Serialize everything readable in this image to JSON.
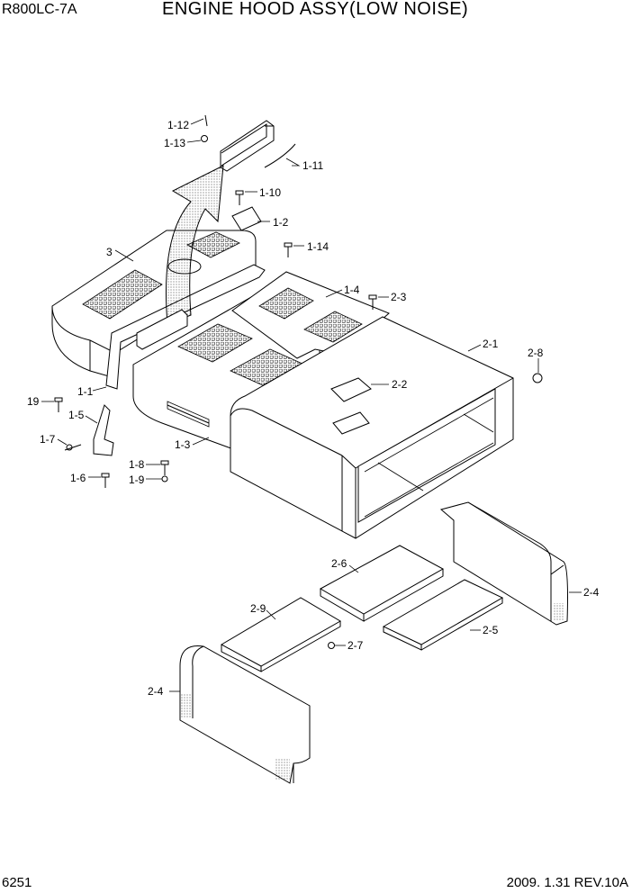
{
  "header": {
    "model": "R800LC-7A",
    "title": "ENGINE HOOD ASSY(LOW NOISE)"
  },
  "footer": {
    "page_number": "6251",
    "revision": "2009. 1.31  REV.10A"
  },
  "callouts": {
    "c1_12": "1-12",
    "c1_13": "1-13",
    "c1_11": "1-11",
    "c1_10": "1-10",
    "c1_2": "1-2",
    "c1_14": "1-14",
    "c3": "3",
    "c1_4": "1-4",
    "c2_3": "2-3",
    "c2_1": "2-1",
    "c2_8": "2-8",
    "c2_2": "2-2",
    "c19": "19",
    "c1_1": "1-1",
    "c1_5": "1-5",
    "c1_7": "1-7",
    "c1_3": "1-3",
    "c1_8": "1-8",
    "c1_9": "1-9",
    "c1_6": "1-6",
    "c2_6": "2-6",
    "c2_4a": "2-4",
    "c2_9": "2-9",
    "c2_5": "2-5",
    "c2_7": "2-7",
    "c2_4b": "2-4"
  }
}
